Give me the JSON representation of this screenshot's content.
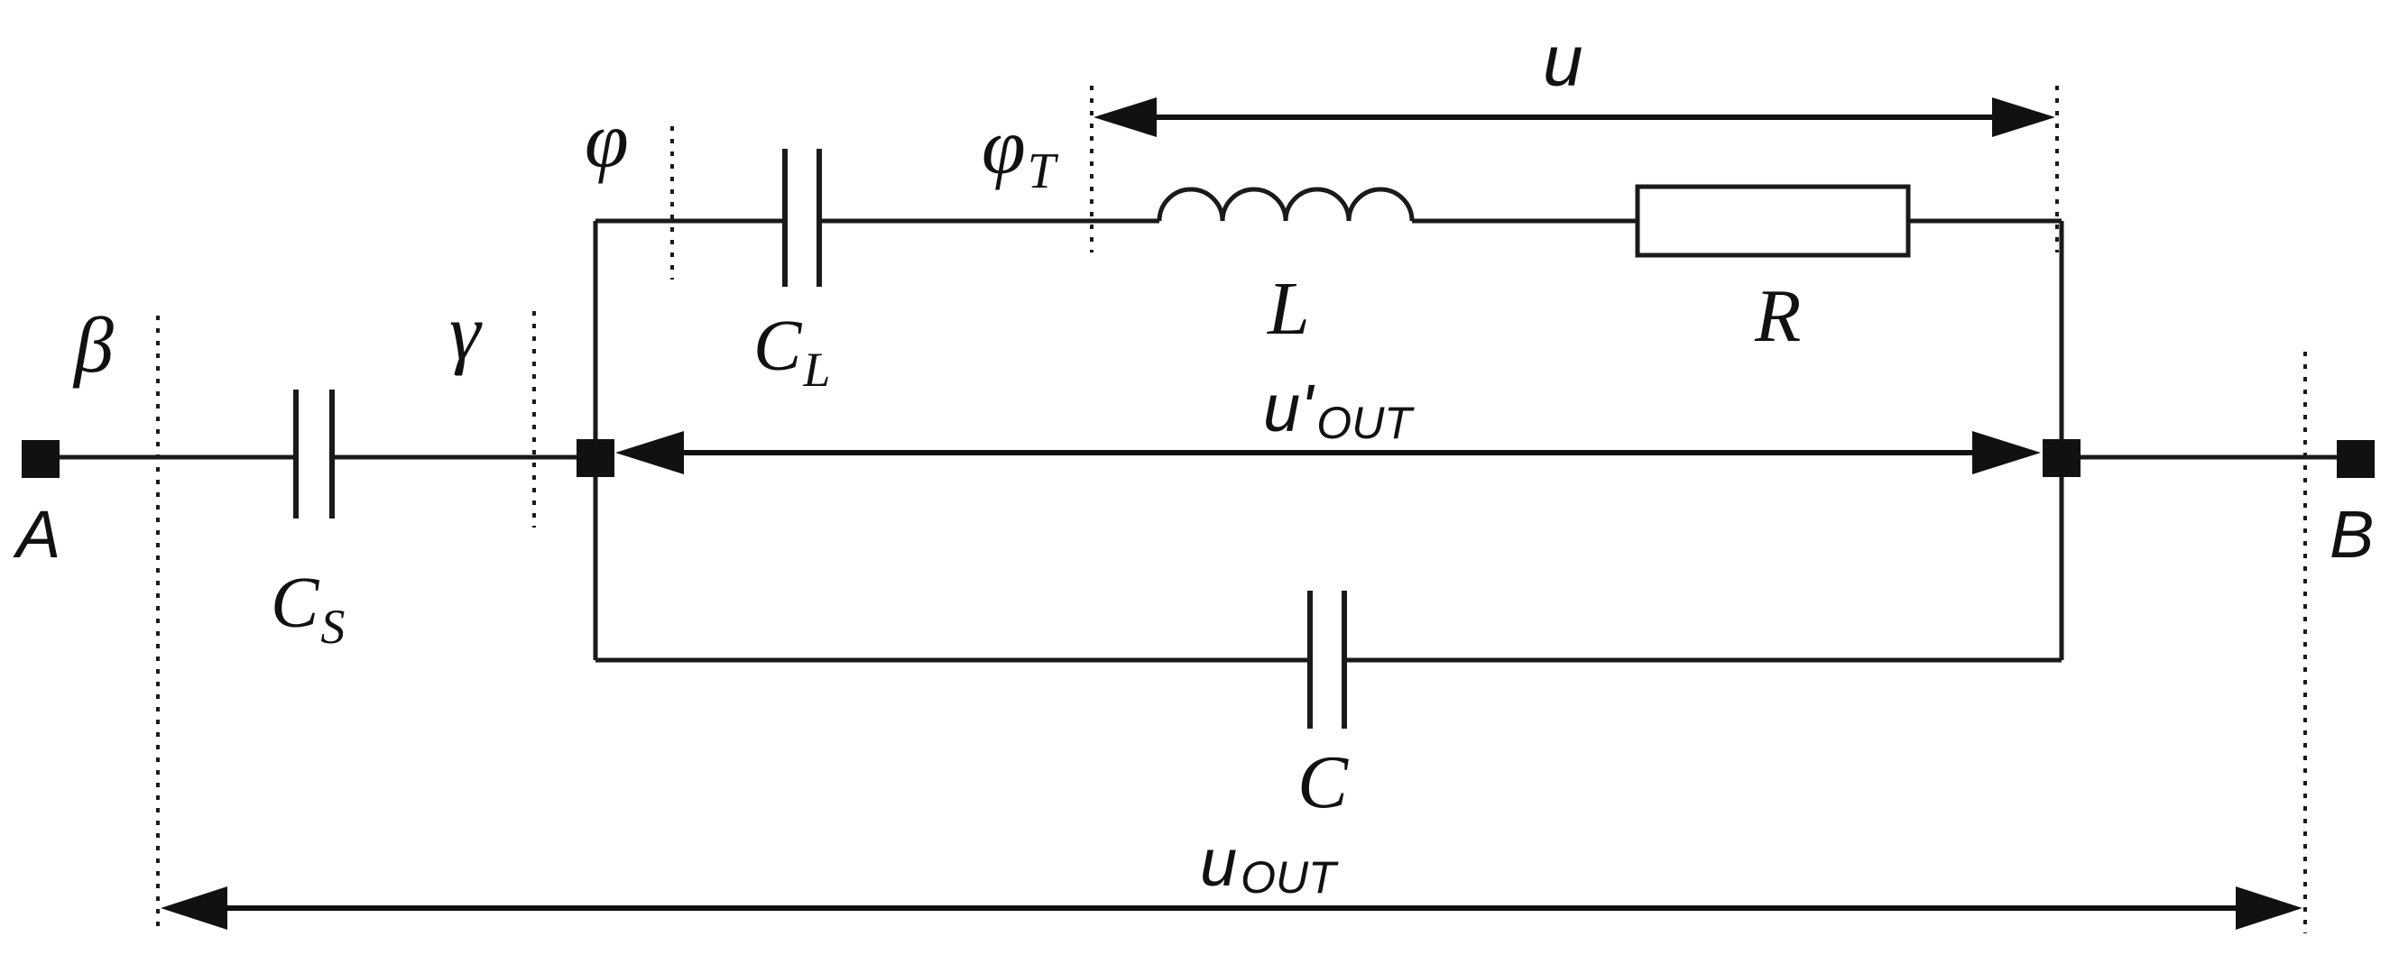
{
  "terminals": {
    "a": "A",
    "b": "B"
  },
  "components": {
    "cs": {
      "base": "C",
      "sub": "S"
    },
    "cl": {
      "base": "C",
      "sub": "L"
    },
    "l": "L",
    "r": "R",
    "c": "C"
  },
  "markers": {
    "beta": "β",
    "gamma": "γ",
    "phi": "φ",
    "phi_t": {
      "base": "φ",
      "sub": "T"
    }
  },
  "voltages": {
    "u": "u",
    "u_out_prime": {
      "base": "u'",
      "sub": "OUT"
    },
    "u_out": {
      "base": "u",
      "sub": "OUT"
    }
  }
}
